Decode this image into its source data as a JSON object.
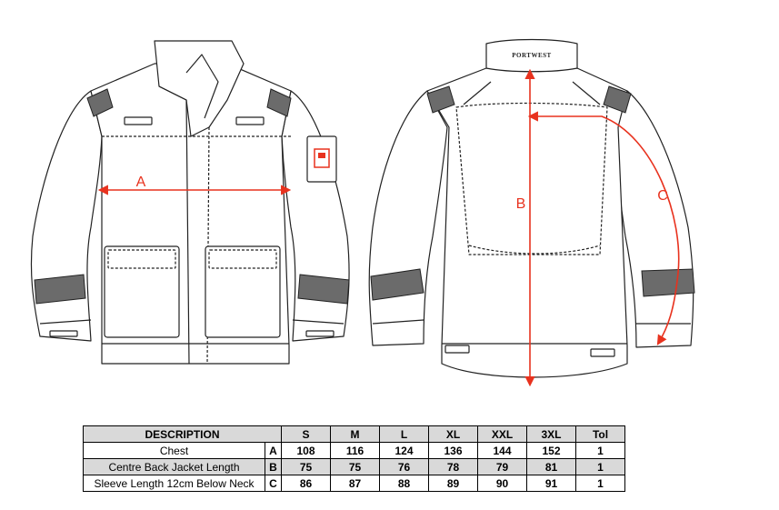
{
  "drawing": {
    "brand_label": "PORTWEST",
    "measure_labels": {
      "chest": "A",
      "back_length": "B",
      "sleeve": "C"
    },
    "colors": {
      "line": "#222222",
      "measure": "#e8321e",
      "reflective": "#6b6b6b",
      "badge": "#e8321e"
    }
  },
  "table": {
    "header": {
      "description": "DESCRIPTION",
      "sizes": [
        "S",
        "M",
        "L",
        "XL",
        "XXL",
        "3XL"
      ],
      "tol": "Tol"
    },
    "rows": [
      {
        "description": "Chest",
        "code": "A",
        "values": [
          "108",
          "116",
          "124",
          "136",
          "144",
          "152"
        ],
        "tol": "1"
      },
      {
        "description": "Centre Back Jacket Length",
        "code": "B",
        "values": [
          "75",
          "75",
          "76",
          "78",
          "79",
          "81"
        ],
        "tol": "1"
      },
      {
        "description": "Sleeve Length 12cm Below Neck",
        "code": "C",
        "values": [
          "86",
          "87",
          "88",
          "89",
          "90",
          "91"
        ],
        "tol": "1"
      }
    ]
  }
}
